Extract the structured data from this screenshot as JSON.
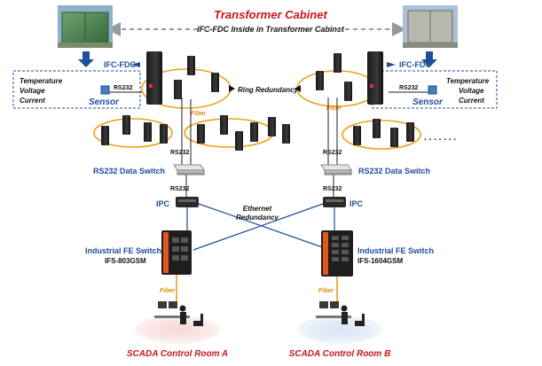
{
  "header": {
    "title": "Transformer Cabinet",
    "subtitle": "IFC-FDC Inside in Transformer Cabinet"
  },
  "left_panel": {
    "device": "IFC-FDC",
    "readings": [
      "Temperature",
      "Voltage",
      "Current"
    ],
    "link": "RS232",
    "sensor": "Sensor",
    "fiber": "Fiber"
  },
  "right_panel": {
    "device": "IFC-FDC",
    "readings": [
      "Temperature",
      "Voltage",
      "Current"
    ],
    "link": "RS232",
    "sensor": "Sensor",
    "fiber": "Fiber"
  },
  "ring": {
    "label": "Ring Redundancy"
  },
  "links": {
    "rs232_upper_left": "RS232",
    "rs232_lower_left": "RS232",
    "rs232_upper_right": "RS232",
    "rs232_lower_right": "RS232",
    "fiber_left": "Fiber",
    "fiber_right": "Fiber",
    "ellipsis": ". . . . . . ."
  },
  "data_switch_left": "RS232 Data Switch",
  "data_switch_right": "RS232 Data Switch",
  "ipc_left": "IPC",
  "ipc_right": "IPC",
  "ethernet": {
    "line1": "Ethernet",
    "line2": "Redundancy"
  },
  "fe_switch_left": {
    "title": "Industrial FE Switch",
    "model": "IFS-803GSM"
  },
  "fe_switch_right": {
    "title": "Industrial FE Switch",
    "model": "IFS-1604GSM"
  },
  "control_room_left": "SCADA Control Room A",
  "control_room_right": "SCADA Control Room B",
  "colors": {
    "red": "#c8161d",
    "blue": "#1f4e9a",
    "fiber": "#f0a020",
    "cabinet": "#4f8a55"
  }
}
